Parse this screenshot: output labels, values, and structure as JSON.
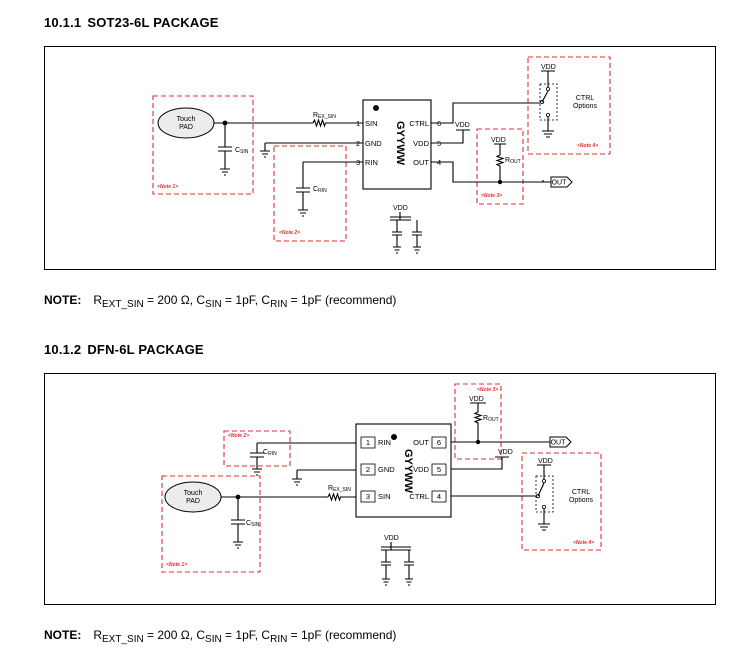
{
  "section1": {
    "number": "10.1.1",
    "title": "SOT23-6L PACKAGE",
    "diagram": {
      "touch_pad": [
        "Touch",
        "PAD"
      ],
      "ic_marking": "GYYWW",
      "pins_left": [
        {
          "num": "1",
          "name": "SIN"
        },
        {
          "num": "2",
          "name": "GND"
        },
        {
          "num": "3",
          "name": "RIN"
        }
      ],
      "pins_right": [
        {
          "num": "6",
          "name": "CTRL"
        },
        {
          "num": "5",
          "name": "VDD"
        },
        {
          "num": "4",
          "name": "OUT"
        }
      ],
      "r_ext_sin": "R",
      "r_ext_sin_sub": "EX_SIN",
      "c_sin": "C",
      "c_sin_sub": "SIN",
      "c_rin": "C",
      "c_rin_sub": "RIN",
      "r_out": "R",
      "r_out_sub": "OUT",
      "vdd": "VDD",
      "out_port": "OUT",
      "ctrl_options": [
        "CTRL",
        "Options"
      ],
      "notes": [
        "<Note 1>",
        "<Note 2>",
        "<Note 3>",
        "<Note 4>"
      ]
    },
    "note": {
      "label": "NOTE:",
      "r_main": "R",
      "r_sub": "EXT_SIN",
      "r_val": " = 200 Ω, ",
      "csin_main": "C",
      "csin_sub": "SIN",
      "csin_val": " = 1pF, ",
      "crin_main": "C",
      "crin_sub": "RIN",
      "crin_val": " = 1pF (recommend)"
    }
  },
  "section2": {
    "number": "10.1.2",
    "title": "DFN-6L PACKAGE",
    "diagram": {
      "touch_pad": [
        "Touch",
        "PAD"
      ],
      "ic_marking": "GYYWW",
      "pins_left": [
        {
          "num": "1",
          "name": "RIN"
        },
        {
          "num": "2",
          "name": "GND"
        },
        {
          "num": "3",
          "name": "SIN"
        }
      ],
      "pins_right": [
        {
          "num": "6",
          "name": "OUT"
        },
        {
          "num": "5",
          "name": "VDD"
        },
        {
          "num": "4",
          "name": "CTRL"
        }
      ],
      "r_ext_sin": "R",
      "r_ext_sin_sub": "EX_SIN",
      "c_sin": "C",
      "c_sin_sub": "SIN",
      "c_rin": "C",
      "c_rin_sub": "RIN",
      "r_out": "R",
      "r_out_sub": "OUT",
      "vdd": "VDD",
      "out_port": "OUT",
      "ctrl_options": [
        "CTRL",
        "Options"
      ],
      "notes": [
        "<Note 1>",
        "<Note 2>",
        "<Note 3>",
        "<Note 4>"
      ]
    },
    "note": {
      "label": "NOTE:",
      "r_main": "R",
      "r_sub": "EXT_SIN",
      "r_val": " = 200 Ω, ",
      "csin_main": "C",
      "csin_sub": "SIN",
      "csin_val": " = 1pF, ",
      "crin_main": "C",
      "crin_sub": "RIN",
      "crin_val": " = 1pF (recommend)"
    }
  }
}
